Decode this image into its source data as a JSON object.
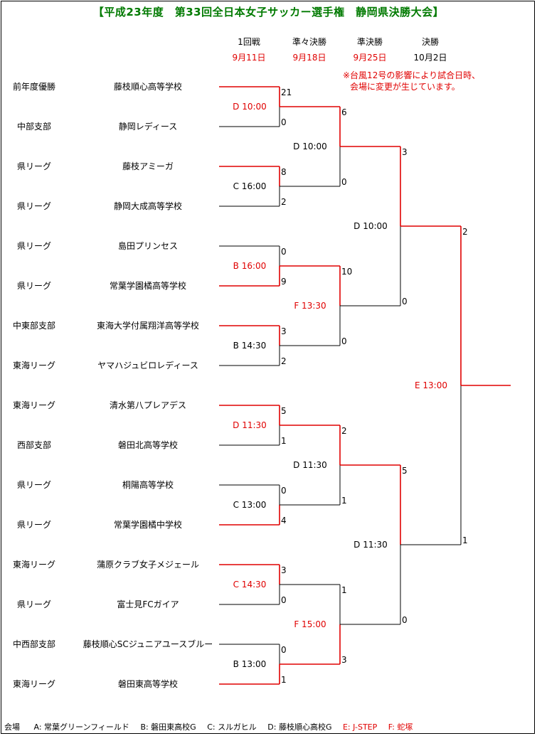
{
  "title": "【平成23年度　第33回全日本女子サッカー選手権　静岡県決勝大会】",
  "rounds": [
    {
      "name": "1回戦",
      "date": "9月11日"
    },
    {
      "name": "準々決勝",
      "date": "9月18日"
    },
    {
      "name": "準決勝",
      "date": "9月25日"
    },
    {
      "name": "決勝",
      "date": "10月2日"
    }
  ],
  "note": [
    "※台風12号の影響により試合日時、",
    "会場に変更が生じています。"
  ],
  "teams": [
    {
      "group": "前年度優勝",
      "name": "藤枝順心高等学校"
    },
    {
      "group": "中部支部",
      "name": "静岡レディース"
    },
    {
      "group": "県リーグ",
      "name": "藤枝アミーガ"
    },
    {
      "group": "県リーグ",
      "name": "静岡大成高等学校"
    },
    {
      "group": "県リーグ",
      "name": "島田プリンセス"
    },
    {
      "group": "県リーグ",
      "name": "常葉学園橘高等学校"
    },
    {
      "group": "中東部支部",
      "name": "東海大学付属翔洋高等学校"
    },
    {
      "group": "東海リーグ",
      "name": "ヤマハジュビロレディース"
    },
    {
      "group": "東海リーグ",
      "name": "清水第八プレアデス"
    },
    {
      "group": "西部支部",
      "name": "磐田北高等学校"
    },
    {
      "group": "県リーグ",
      "name": "桐陽高等学校"
    },
    {
      "group": "県リーグ",
      "name": "常葉学園橘中学校"
    },
    {
      "group": "東海リーグ",
      "name": "蒲原クラブ女子メジェール"
    },
    {
      "group": "県リーグ",
      "name": "富士見FCガイア"
    },
    {
      "group": "中西部支部",
      "name": "藤枝順心SCジュニアユースブルー"
    },
    {
      "group": "東海リーグ",
      "name": "磐田東高等学校"
    }
  ],
  "matches": {
    "r1": [
      {
        "venue": "D 10:00",
        "scores": [
          "21",
          "0"
        ],
        "winner": 0,
        "red": true
      },
      {
        "venue": "C 16:00",
        "scores": [
          "8",
          "2"
        ],
        "winner": 0,
        "red": false
      },
      {
        "venue": "B 16:00",
        "scores": [
          "0",
          "9"
        ],
        "winner": 1,
        "red": true
      },
      {
        "venue": "B 14:30",
        "scores": [
          "3",
          "2"
        ],
        "winner": 0,
        "red": false
      },
      {
        "venue": "D 11:30",
        "scores": [
          "5",
          "1"
        ],
        "winner": 0,
        "red": true
      },
      {
        "venue": "C 13:00",
        "scores": [
          "0",
          "4"
        ],
        "winner": 1,
        "red": false
      },
      {
        "venue": "C 14:30",
        "scores": [
          "3",
          "0"
        ],
        "winner": 0,
        "red": true
      },
      {
        "venue": "B 13:00",
        "scores": [
          "0",
          "1"
        ],
        "winner": 1,
        "red": false
      }
    ],
    "qf": [
      {
        "venue": "D 10:00",
        "scores": [
          "6",
          "0"
        ],
        "winner": 0,
        "red": false
      },
      {
        "venue": "F 13:30",
        "scores": [
          "10",
          "0"
        ],
        "winner": 0,
        "red": true
      },
      {
        "venue": "D 11:30",
        "scores": [
          "2",
          "1"
        ],
        "winner": 0,
        "red": false
      },
      {
        "venue": "F 15:00",
        "scores": [
          "1",
          "3"
        ],
        "winner": 1,
        "red": true
      }
    ],
    "sf": [
      {
        "venue": "D 10:00",
        "scores": [
          "3",
          "0"
        ],
        "winner": 0,
        "red": false
      },
      {
        "venue": "D 11:30",
        "scores": [
          "5",
          "0"
        ],
        "winner": 0,
        "red": false
      }
    ],
    "final": {
      "venue": "E 13:00",
      "scores": [
        "2",
        "1"
      ],
      "winner": 0,
      "red": true
    }
  },
  "legend": {
    "label": "会場",
    "venues": [
      {
        "text": "A: 常葉グリーンフィールド",
        "red": false
      },
      {
        "text": "B: 磐田東高校G",
        "red": false
      },
      {
        "text": "C: スルガヒル",
        "red": false
      },
      {
        "text": "D: 藤枝順心高校G",
        "red": false
      },
      {
        "text": "E: J-STEP",
        "red": true
      },
      {
        "text": "F: 蛇塚",
        "red": true
      }
    ]
  },
  "colors": {
    "title": "#007a00",
    "winner_line": "#e00000",
    "line": "#000000",
    "red_text": "#e00000"
  }
}
